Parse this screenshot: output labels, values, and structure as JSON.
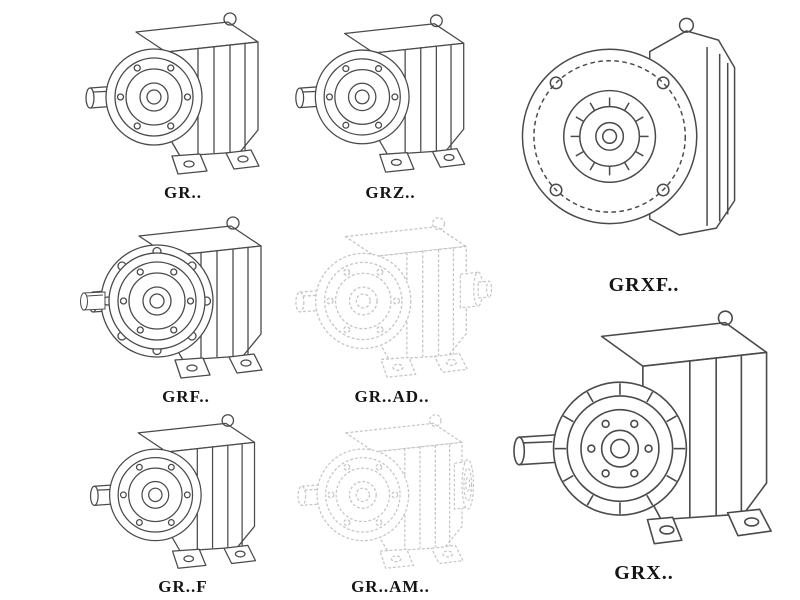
{
  "models": [
    {
      "label": "GR..",
      "drawing": "foot-mounted-helical-gear-unit",
      "line_style": "solid"
    },
    {
      "label": "GRZ..",
      "drawing": "foot-mounted-helical-gear-unit",
      "line_style": "solid"
    },
    {
      "label": "GRXF..",
      "drawing": "flange-mounted-gear-unit-front-view",
      "line_style": "solid"
    },
    {
      "label": "GRF..",
      "drawing": "flange-mounted-helical-gear-unit",
      "line_style": "solid"
    },
    {
      "label": "GR..AD..",
      "drawing": "gear-unit-with-input-shaft-adapter",
      "line_style": "phantom"
    },
    {
      "label": "GR..F",
      "drawing": "foot-mounted-helical-gear-unit",
      "line_style": "solid"
    },
    {
      "label": "GR..AM..",
      "drawing": "gear-unit-with-motor-adapter-flange",
      "line_style": "phantom"
    },
    {
      "label": "GRX..",
      "drawing": "foot-mounted-helical-gear-unit-large",
      "line_style": "solid"
    }
  ],
  "colors": {
    "background": "#ffffff",
    "line": "#4a4a4a",
    "phantom_line": "#c5c5c5",
    "label": "#151515"
  }
}
